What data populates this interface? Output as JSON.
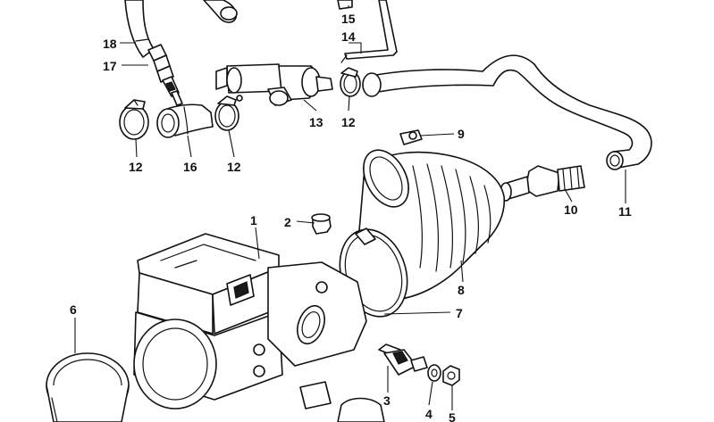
{
  "callouts": [
    {
      "id": "1",
      "label": "1"
    },
    {
      "id": "2",
      "label": "2"
    },
    {
      "id": "3",
      "label": "3"
    },
    {
      "id": "4",
      "label": "4"
    },
    {
      "id": "5",
      "label": "5"
    },
    {
      "id": "6",
      "label": "6"
    },
    {
      "id": "7",
      "label": "7"
    },
    {
      "id": "8",
      "label": "8"
    },
    {
      "id": "9",
      "label": "9"
    },
    {
      "id": "10",
      "label": "10"
    },
    {
      "id": "11",
      "label": "11"
    },
    {
      "id": "12a",
      "label": "12"
    },
    {
      "id": "12b",
      "label": "12"
    },
    {
      "id": "12c",
      "label": "12"
    },
    {
      "id": "13",
      "label": "13"
    },
    {
      "id": "14",
      "label": "14"
    },
    {
      "id": "15",
      "label": "15"
    },
    {
      "id": "16",
      "label": "16"
    },
    {
      "id": "17",
      "label": "17"
    },
    {
      "id": "18",
      "label": "18"
    }
  ]
}
